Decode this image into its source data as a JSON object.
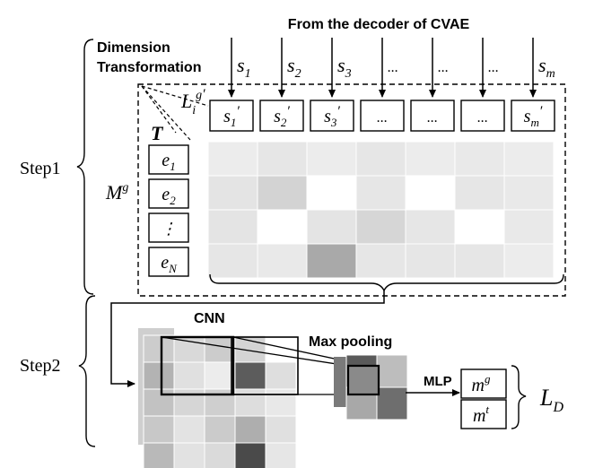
{
  "labels": {
    "source": "From the decoder of CVAE",
    "dim_line1": "Dimension",
    "dim_line2": "Transformation",
    "step1": "Step1",
    "step2": "Step2",
    "cnn": "CNN",
    "max_pooling": "Max pooling",
    "mlp": "MLP",
    "t": "T",
    "li_main": "L",
    "li_sub": "i",
    "li_sup": "g",
    "li_prime": "′",
    "mg_main": "M",
    "mg_sup": "g",
    "ld_main": "L",
    "ld_sub": "D"
  },
  "inputs": [
    {
      "main": "s",
      "sub": "1"
    },
    {
      "main": "s",
      "sub": "2"
    },
    {
      "main": "s",
      "sub": "3"
    },
    {
      "main": "...",
      "sub": ""
    },
    {
      "main": "...",
      "sub": ""
    },
    {
      "main": "...",
      "sub": ""
    },
    {
      "main": "s",
      "sub": "m"
    }
  ],
  "transformed": [
    {
      "main": "s",
      "sub": "1",
      "prime": "′"
    },
    {
      "main": "s",
      "sub": "2",
      "prime": "′"
    },
    {
      "main": "s",
      "sub": "3",
      "prime": "′"
    },
    {
      "main": "...",
      "sub": "",
      "prime": ""
    },
    {
      "main": "...",
      "sub": "",
      "prime": ""
    },
    {
      "main": "...",
      "sub": "",
      "prime": ""
    },
    {
      "main": "s",
      "sub": "m",
      "prime": "′"
    }
  ],
  "entities": [
    {
      "main": "e",
      "sub": "1"
    },
    {
      "main": "e",
      "sub": "2"
    },
    {
      "main": "⋮",
      "sub": ""
    },
    {
      "main": "e",
      "sub": "N"
    }
  ],
  "outputs": [
    {
      "main": "m",
      "sup": "g"
    },
    {
      "main": "m",
      "sup": "t"
    }
  ],
  "colors": {
    "line": "#000000",
    "grid_cells": [
      [
        "#ececec",
        "#e6e6e6",
        "#ececec",
        "#e6e6e6",
        "#ececec",
        "#e9e9e9",
        "#ececec"
      ],
      [
        "#e4e4e4",
        "#d3d3d3",
        "#ffffff",
        "#e6e6e6",
        "#ffffff",
        "#e6e6e6",
        "#e9e9e9"
      ],
      [
        "#e4e4e4",
        "#ffffff",
        "#e4e4e4",
        "#d6d6d6",
        "#e6e6e6",
        "#ffffff",
        "#e9e9e9"
      ],
      [
        "#e6e6e6",
        "#e9e9e9",
        "#a9a9a9",
        "#e6e6e6",
        "#e6e6e6",
        "#e6e6e6",
        "#ececec"
      ]
    ],
    "cnn_cells": [
      [
        "#cccccc",
        "#d9d9d9",
        "#cccccc",
        "#d4d4d4",
        "#ffffff"
      ],
      [
        "#b3b3b3",
        "#e0e0e0",
        "#ececec",
        "#5c5c5c",
        "#dedede"
      ],
      [
        "#c2c2c2",
        "#d6d6d6",
        "#cfcfcf",
        "#dddddd",
        "#e8e8e8"
      ],
      [
        "#c8c8c8",
        "#e3e3e3",
        "#cbcbcb",
        "#aeaeae",
        "#e0e0e0"
      ],
      [
        "#b9b9b9",
        "#e2e2e2",
        "#dadada",
        "#4a4a4a",
        "#e6e6e6"
      ]
    ],
    "pool_cells": [
      [
        "#5a5a5a",
        "#bdbdbd"
      ],
      [
        "#a8a8a8",
        "#6e6e6e"
      ]
    ],
    "pool_back": "#7a7a7a"
  }
}
